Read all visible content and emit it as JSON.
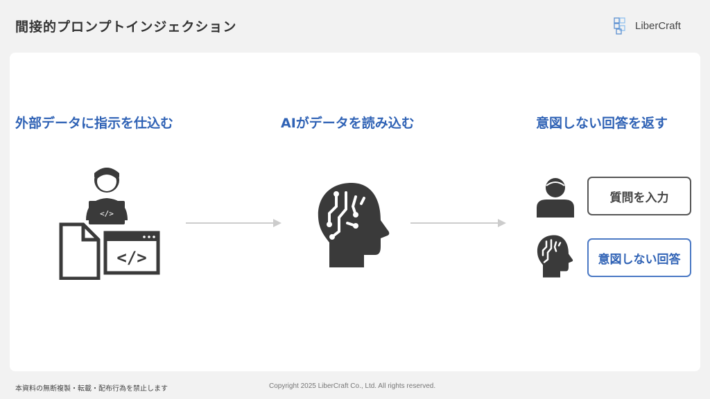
{
  "header": {
    "title": "間接的プロンプトインジェクション",
    "logo_text": "LiberCraft"
  },
  "steps": [
    {
      "heading": "外部データに指示を仕込む"
    },
    {
      "heading": "AIがデータを読み込む"
    },
    {
      "heading": "意図しない回答を返す"
    }
  ],
  "result": {
    "question_label": "質問を入力",
    "answer_label": "意図しない回答"
  },
  "footer": {
    "notice": "本資料の無断複製・転載・配布行為を禁止します",
    "copyright": "Copyright 2025 LiberCraft Co., Ltd. All rights reserved."
  },
  "colors": {
    "accent": "#2f62b5",
    "icon": "#3a3a3a",
    "arrow": "#cccccc"
  }
}
